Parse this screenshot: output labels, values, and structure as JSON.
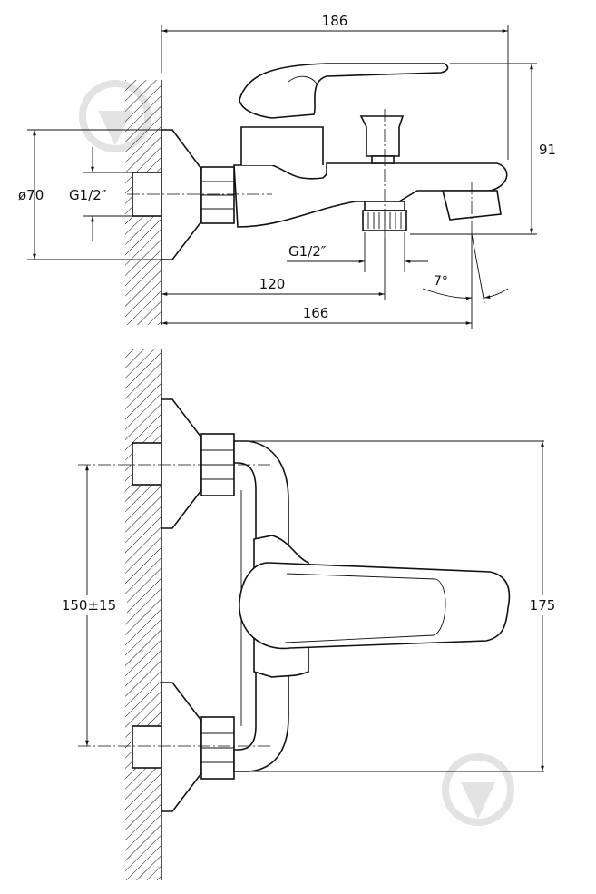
{
  "dimensions": {
    "overall_length": "186",
    "height": "91",
    "flange_diameter": "ø70",
    "wall_thread": "G1/2″",
    "outlet_thread": "G1/2″",
    "outlet_distance": "120",
    "spout_length": "166",
    "angle": "7°",
    "center_distance": "150±15",
    "overall_width": "175"
  },
  "icons": {
    "watermark_top": "shower-drop-logo-icon",
    "watermark_bottom": "shower-drop-logo-icon"
  }
}
